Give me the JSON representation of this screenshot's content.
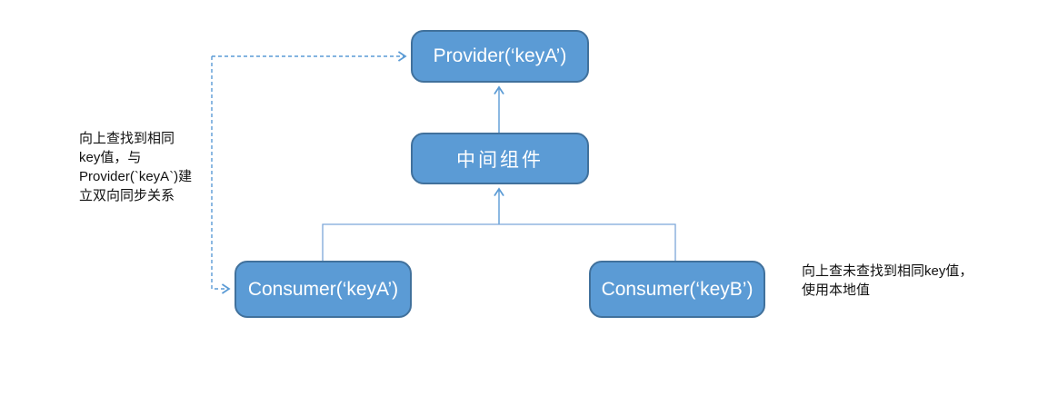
{
  "diagram": {
    "nodes": {
      "provider": {
        "label": "Provider(‘keyA’)"
      },
      "middle": {
        "label": "中间组件"
      },
      "consumer_a": {
        "label": "Consumer(‘keyA’)"
      },
      "consumer_b": {
        "label": "Consumer(‘keyB’)"
      }
    },
    "annotations": {
      "left": {
        "lines": [
          "向上查找到相同",
          "key值，与",
          "Provider(`keyA`)建",
          "立双向同步关系"
        ]
      },
      "right": {
        "lines": [
          "向上查未查找到相同key值，",
          "使用本地值"
        ]
      }
    },
    "connectors": [
      {
        "from": "中间组件",
        "to": "Provider(‘keyA’)",
        "style": "solid-arrow-up"
      },
      {
        "from": "Consumer(‘keyA’)/Consumer(‘keyB’) 汇合线",
        "to": "中间组件",
        "style": "solid-arrow-up"
      },
      {
        "from": "Consumer(‘keyA’)",
        "to": "Provider(‘keyA’)",
        "style": "dashed-elbow-double-arrow"
      }
    ],
    "colors": {
      "node_fill": "#5B9BD5",
      "node_border": "#41719C",
      "node_text": "#ffffff",
      "connector": "#5B9BD5",
      "annotation_text": "#111111",
      "background": "#ffffff"
    }
  }
}
